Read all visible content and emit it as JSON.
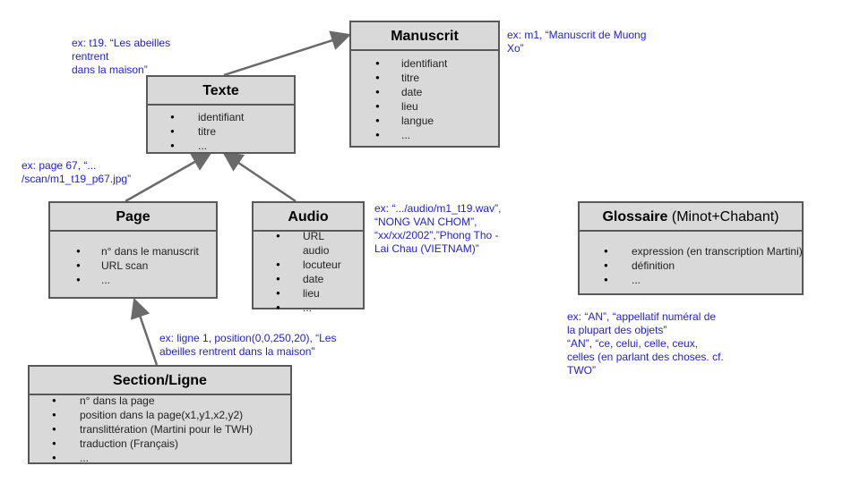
{
  "colors": {
    "box_fill": "#d9d9d9",
    "box_border": "#595959",
    "note_text": "#1f1fd0",
    "arrow": "#6a6a6a"
  },
  "boxes": {
    "manuscrit": {
      "title": "Manuscrit",
      "items": [
        "identifiant",
        "titre",
        "date",
        "lieu",
        "langue",
        "..."
      ]
    },
    "texte": {
      "title": "Texte",
      "items": [
        "identifiant",
        "titre",
        "..."
      ]
    },
    "page": {
      "title": "Page",
      "items": [
        "n° dans le manuscrit",
        "URL scan",
        "..."
      ]
    },
    "audio": {
      "title": "Audio",
      "items": [
        "URL",
        "audio",
        "locuteur",
        "date",
        "lieu",
        "..."
      ]
    },
    "glossaire": {
      "title": "Glossaire",
      "subtitle": "(Minot+Chabant)",
      "items": [
        "expression (en transcription Martini)",
        "définition",
        "..."
      ]
    },
    "section": {
      "title": "Section/Ligne",
      "items": [
        "n° dans la page",
        "position dans la page(x1,y1,x2,y2)",
        "translittération (Martini pour le TWH)",
        "traduction (Français)",
        "..."
      ]
    }
  },
  "notes": {
    "texte": "ex: t19. “Les abeilles\nrentrent\ndans la maison”",
    "manuscrit": "ex: m1, “Manuscrit de Muong\nXo”",
    "page": "ex: page 67, “...\n/scan/m1_t19_p67.jpg”",
    "audio": "ex: “.../audio/m1_t19.wav”,\n“NONG VAN CHOM”,\n“xx/xx/2002”,”Phong Tho -\nLai Chau (VIETNAM)”",
    "section": "ex: ligne 1, position(0,0,250,20), “Les\nabeilles rentrent dans la maison”",
    "glossaire": "ex: “AN”, “appellatif numéral de\nla plupart des objets”\n“AN”, “ce, celui, celle, ceux,\ncelles (en parlant des choses. cf.\nTWO”"
  }
}
